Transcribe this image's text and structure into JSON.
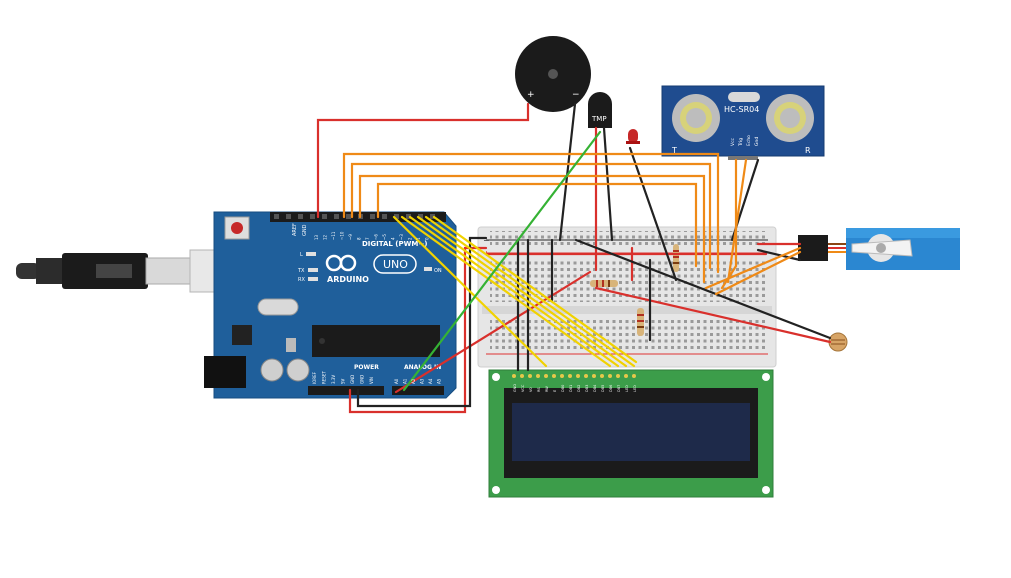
{
  "arduino": {
    "brand": "ARDUINO",
    "model": "UNO",
    "digital_label": "DIGITAL (PWM~)",
    "power_label": "POWER",
    "analog_label": "ANALOG IN",
    "on_label": "ON",
    "tx_label": "TX",
    "rx_label": "RX",
    "l_label": "L",
    "aref_label": "AREF",
    "gnd_label": "GND",
    "pin_labels": [
      "13",
      "12",
      "~11",
      "~10",
      "~9",
      "8",
      "7",
      "~6",
      "~5",
      "4",
      "~3",
      "2",
      "1",
      "0"
    ],
    "power_pins": [
      "IOREF",
      "RESET",
      "3.3V",
      "5V",
      "GND",
      "GND",
      "VIN"
    ],
    "analog_pins": [
      "A0",
      "A1",
      "A2",
      "A3",
      "A4",
      "A5"
    ]
  },
  "temp_sensor": {
    "label": "TMP"
  },
  "ultrasonic": {
    "label": "HC-SR04",
    "pins": [
      "Vcc",
      "Trig",
      "Echo",
      "Gnd"
    ],
    "left_mark": "T",
    "right_mark": "R"
  },
  "buzzer": {
    "plus": "+",
    "minus": "−"
  },
  "breadboard": {
    "plus": "+",
    "minus": "−"
  },
  "lcd": {
    "pins": [
      "GND",
      "VCC",
      "V0",
      "RS",
      "RW",
      "E",
      "DB0",
      "DB1",
      "DB2",
      "DB3",
      "DB4",
      "DB5",
      "DB6",
      "DB7",
      "LED",
      "LED"
    ]
  },
  "colors": {
    "board": "#1f5f9b",
    "wire_red": "#d9302c",
    "wire_black": "#222222",
    "wire_orange": "#ef8a17",
    "wire_yellow": "#f1d200",
    "wire_green": "#35b234",
    "lcd_pcb": "#3c9d4a",
    "lcd_screen": "#1e2a4a",
    "servo": "#2b87d1"
  }
}
